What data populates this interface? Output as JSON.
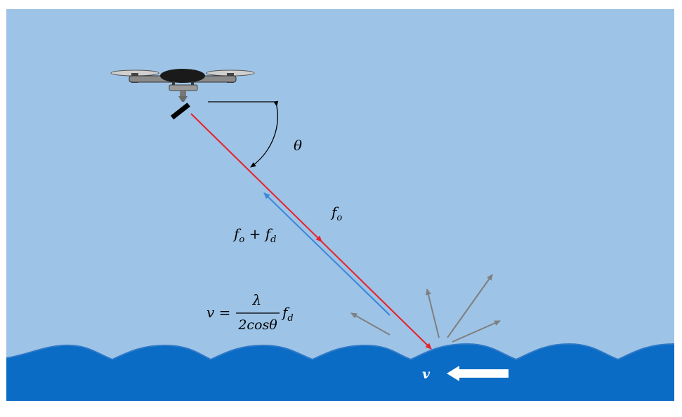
{
  "colors": {
    "sky": "#9dc3e6",
    "water": "#0a6cc4",
    "wave_crest": "#2e78c7",
    "transmit_beam": "#e8202a",
    "return_beam": "#3a86d8",
    "scatter": "#7f7f7f",
    "drone_body": "#1a1a1a",
    "current_arrow": "#ffffff"
  },
  "icons": {
    "drone": "drone-icon",
    "radar_antenna": "radar-antenna-icon",
    "current_arrow": "arrow-left-icon"
  },
  "labels": {
    "angle": "θ",
    "transmit_frequency": "f",
    "transmit_frequency_sub": "o",
    "return_frequency_f1": "f",
    "return_frequency_sub1": "o",
    "return_frequency_plus": " + ",
    "return_frequency_f2": "f",
    "return_frequency_sub2": "d",
    "formula_lhs": "v =",
    "formula_numerator": "λ",
    "formula_denominator": "2cosθ",
    "formula_tail": "f",
    "formula_tail_sub": "d",
    "current_velocity": "v"
  }
}
